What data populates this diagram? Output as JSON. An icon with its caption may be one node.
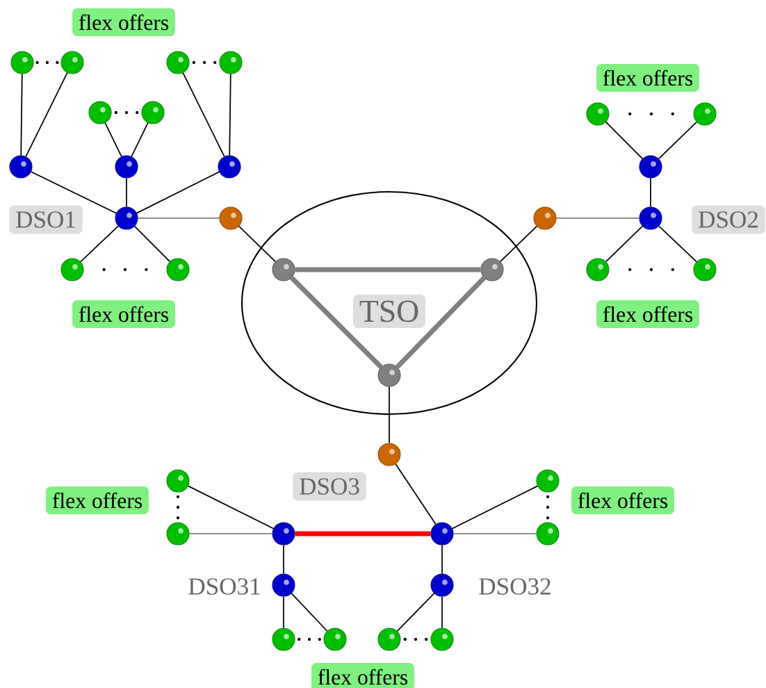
{
  "diagram": {
    "nodes": [
      {
        "text": [
          "flex offers"
        ]
      },
      {
        "text": [
          "flex offers"
        ]
      },
      {
        "text": [],
        "shape": "circle"
      },
      {
        "text": [],
        "shape": "circle"
      },
      {
        "text": [],
        "shape": "circle"
      },
      {
        "text": [],
        "shape": "circle"
      },
      {
        "text": [],
        "shape": "circle"
      },
      {
        "text": [],
        "shape": "circle"
      },
      {
        "text": [],
        "shape": "circle"
      },
      {
        "text": [],
        "shape": "circle"
      },
      {
        "text": [],
        "shape": "circle"
      },
      {
        "text": [],
        "shape": "circle"
      },
      {
        "text": [],
        "shape": "circle"
      },
      {
        "text": [],
        "shape": "circle"
      },
      {
        "text": [
          "DSO1"
        ]
      },
      {
        "text": [],
        "shape": "circle"
      },
      {
        "text": [],
        "shape": "circle"
      },
      {
        "text": [],
        "shape": "circle"
      },
      {
        "text": [],
        "shape": "circle"
      },
      {
        "text": [
          "DSO2"
        ]
      },
      {
        "text": [],
        "shape": "ellipse"
      },
      {
        "text": [],
        "shape": "circle",
        "in": 20
      },
      {
        "text": [],
        "shape": "circle",
        "in": 20
      },
      {
        "text": [
          "TSO"
        ],
        "in": 20
      },
      {
        "text": [],
        "shape": "circle",
        "in": 20
      },
      {
        "text": [],
        "shape": "circle"
      },
      {
        "text": [],
        "shape": "circle"
      },
      {
        "text": [],
        "shape": "circle"
      },
      {
        "text": [],
        "shape": "circle"
      },
      {
        "text": [
          "flex offers"
        ]
      },
      {
        "text": [
          "flex offers"
        ]
      },
      {
        "text": [],
        "shape": "circle"
      },
      {
        "text": [],
        "shape": "circle"
      },
      {
        "text": [],
        "shape": "circle"
      },
      {
        "text": [
          "DSO3"
        ]
      },
      {
        "text": [
          "flex offers"
        ]
      },
      {
        "text": [
          "flex offers"
        ]
      },
      {
        "text": [],
        "shape": "circle"
      },
      {
        "text": [],
        "shape": "circle"
      },
      {
        "text": [],
        "shape": "circle"
      },
      {
        "text": [],
        "shape": "circle"
      },
      {
        "text": [],
        "shape": "circle"
      },
      {
        "text": [],
        "shape": "circle"
      },
      {
        "text": [],
        "shape": "circle"
      },
      {
        "text": [],
        "shape": "circle"
      },
      {
        "text": [],
        "shape": "circle"
      },
      {
        "text": [],
        "shape": "circle"
      },
      {
        "text": [
          "flex offers"
        ]
      }
    ],
    "edges": [
      {
        "from": 2,
        "to": 10,
        "arrow": "none"
      },
      {
        "from": 3,
        "to": 10,
        "arrow": "none"
      },
      {
        "from": 4,
        "to": 12,
        "arrow": "none"
      },
      {
        "from": 5,
        "to": 12,
        "arrow": "none"
      },
      {
        "from": 6,
        "to": 11,
        "arrow": "none"
      },
      {
        "from": 7,
        "to": 11,
        "arrow": "none"
      },
      {
        "from": 10,
        "to": 15,
        "arrow": "none"
      },
      {
        "from": 11,
        "to": 15,
        "arrow": "none"
      },
      {
        "from": 12,
        "to": 15,
        "arrow": "none"
      },
      {
        "from": 15,
        "to": 16,
        "arrow": "none",
        "color": "#808080"
      },
      {
        "from": 16,
        "to": 21,
        "arrow": "none"
      },
      {
        "from": 15,
        "to": 25,
        "arrow": "none"
      },
      {
        "from": 15,
        "to": 26,
        "arrow": "none"
      },
      {
        "from": 21,
        "to": 22,
        "arrow": "none",
        "style": "thick",
        "color": "#808080"
      },
      {
        "from": 21,
        "to": 24,
        "arrow": "none",
        "style": "thick",
        "color": "#808080"
      },
      {
        "from": 22,
        "to": 24,
        "arrow": "none",
        "style": "thick",
        "color": "#808080"
      },
      {
        "from": 22,
        "to": 17,
        "arrow": "none"
      },
      {
        "from": 17,
        "to": 18,
        "arrow": "none",
        "color": "#808080"
      },
      {
        "from": 18,
        "to": 13,
        "arrow": "none"
      },
      {
        "from": 13,
        "to": 8,
        "arrow": "none"
      },
      {
        "from": 13,
        "to": 9,
        "arrow": "none"
      },
      {
        "from": 18,
        "to": 27,
        "arrow": "none"
      },
      {
        "from": 18,
        "to": 28,
        "arrow": "none"
      },
      {
        "from": 24,
        "to": 31,
        "arrow": "none"
      },
      {
        "from": 31,
        "to": 39,
        "arrow": "none"
      },
      {
        "from": 32,
        "to": 38,
        "arrow": "none"
      },
      {
        "from": 37,
        "to": 38,
        "arrow": "none",
        "color": "#808080"
      },
      {
        "from": 38,
        "to": 39,
        "arrow": "none",
        "style": "thick",
        "color": "#ff0000"
      },
      {
        "from": 39,
        "to": 33,
        "arrow": "none"
      },
      {
        "from": 39,
        "to": 40,
        "arrow": "none",
        "color": "#808080"
      },
      {
        "from": 38,
        "to": 41,
        "arrow": "none"
      },
      {
        "from": 41,
        "to": 43,
        "arrow": "none"
      },
      {
        "from": 41,
        "to": 44,
        "arrow": "none"
      },
      {
        "from": 39,
        "to": 42,
        "arrow": "none"
      },
      {
        "from": 42,
        "to": 45,
        "arrow": "none"
      },
      {
        "from": 42,
        "to": 46,
        "arrow": "none"
      }
    ],
    "labels": [
      "DSO31",
      "DSO32"
    ]
  }
}
